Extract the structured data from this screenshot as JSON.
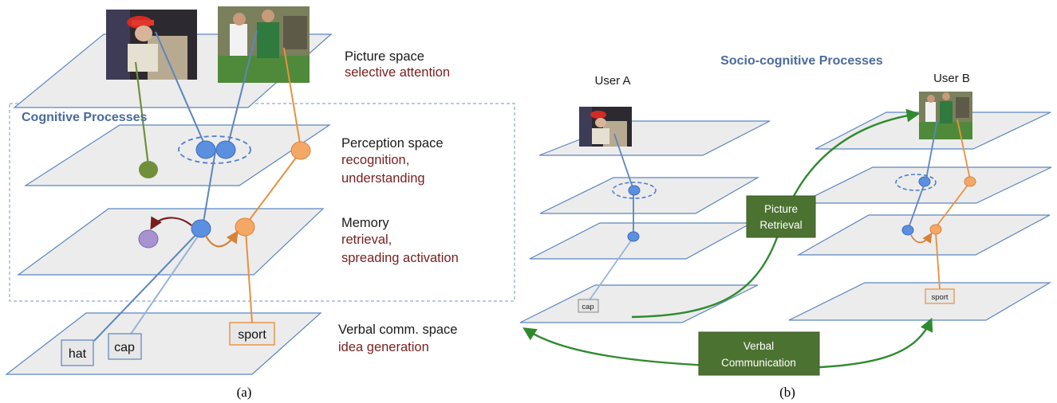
{
  "panel_a": {
    "cognitive_title": "Cognitive Processes",
    "spaces": [
      {
        "name": "Picture space",
        "process": [
          "selective attention"
        ]
      },
      {
        "name": "Perception space",
        "process": [
          "recognition,",
          "understanding"
        ]
      },
      {
        "name": "Memory",
        "process": [
          "retrieval,",
          "spreading activation"
        ]
      },
      {
        "name": "Verbal comm. space",
        "process": [
          "idea generation"
        ]
      }
    ],
    "words": [
      "hat",
      "cap",
      "sport"
    ],
    "caption": "(a)"
  },
  "panel_b": {
    "title": "Socio-cognitive Processes",
    "user_a": "User A",
    "user_b": "User B",
    "word_a": "cap",
    "word_b": "sport",
    "picture_retrieval": [
      "Picture",
      "Retrieval"
    ],
    "verbal_communication": [
      "Verbal",
      "Communication"
    ],
    "caption": "(b)"
  },
  "colors": {
    "plane_fill": "#ececec",
    "plane_edge": "#5b86be",
    "blue_node": "#5b8fe0",
    "orange_node": "#f5a866",
    "green_node": "#6f8f3a",
    "purple_node": "#a793cf",
    "green_box": "#4c7232",
    "label_red": "#7a1e1e",
    "title_blue": "#4a6b9c"
  },
  "icons": [
    "photo-boy-red-cap",
    "photo-girls-sport"
  ]
}
